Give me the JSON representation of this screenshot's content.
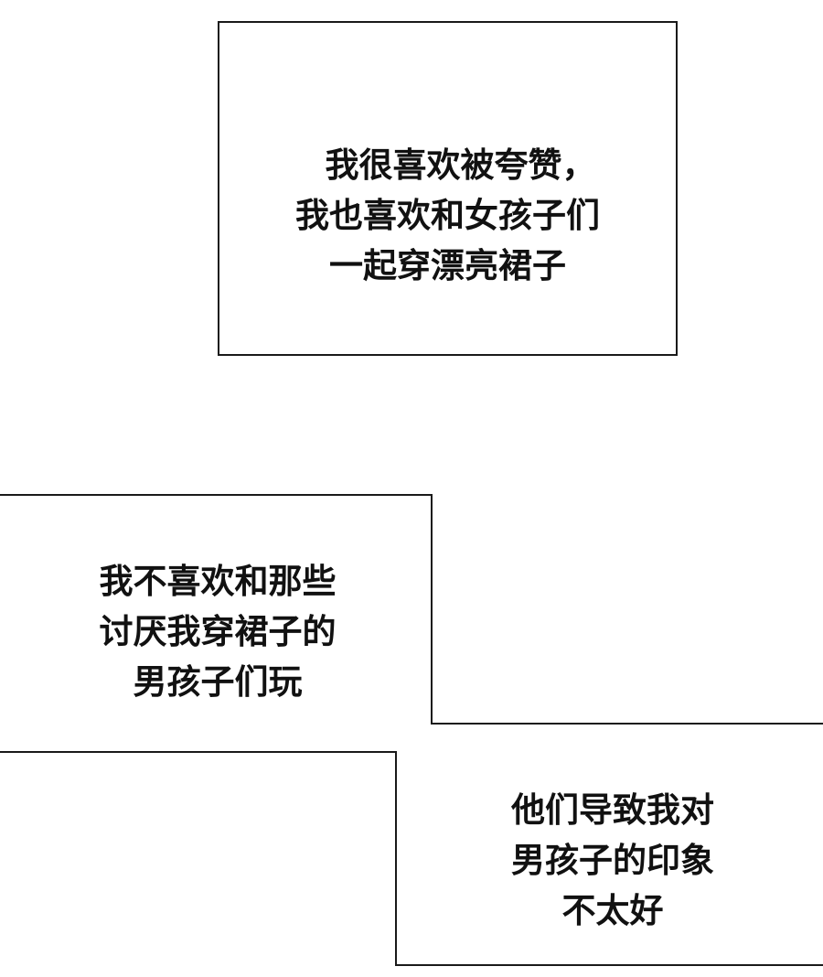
{
  "panels": [
    {
      "lines": [
        "我很喜欢被夸赞，",
        "我也喜欢和女孩子们",
        "一起穿漂亮裙子"
      ]
    },
    {
      "lines": [
        "我不喜欢和那些",
        "讨厌我穿裙子的",
        "男孩子们玩"
      ]
    },
    {
      "lines": [
        "他们导致我对",
        "男孩子的印象",
        "不太好"
      ]
    }
  ],
  "colors": {
    "background": "#ffffff",
    "border": "#1a1a1a",
    "text": "#111111"
  }
}
